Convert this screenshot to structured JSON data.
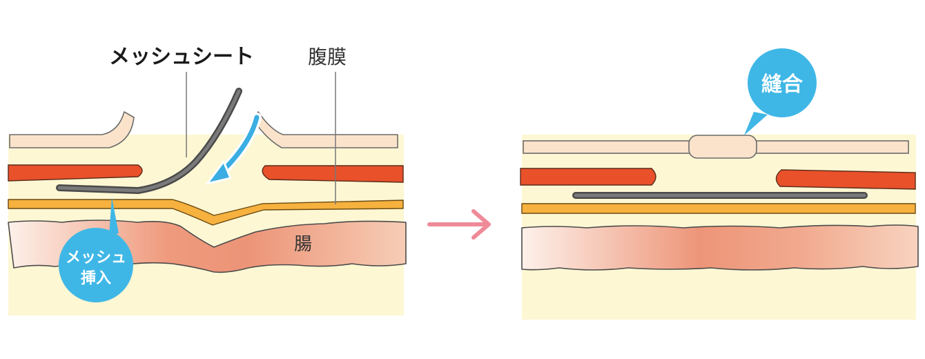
{
  "before_panel": {
    "label_mesh_sheet": "メッシュシート",
    "label_peritoneum": "腹膜",
    "label_intestine": "腸",
    "badge_insert": {
      "line1": "メッシュ",
      "line2": "挿入"
    }
  },
  "after_panel": {
    "badge_suture": "縫合"
  },
  "colors": {
    "background_tissue": "#fdf7d3",
    "skin_layer": "#fbe3cb",
    "muscle_layer": "#e8512a",
    "peritoneum_layer": "#f6b13e",
    "mesh_sheet": "#595959",
    "intestine": "#ef9e80",
    "badge_blue": "#3fb7e6",
    "arrow_blue": "#3aaee3",
    "transition_arrow": "#ef8a98",
    "leader_line": "#777777"
  }
}
